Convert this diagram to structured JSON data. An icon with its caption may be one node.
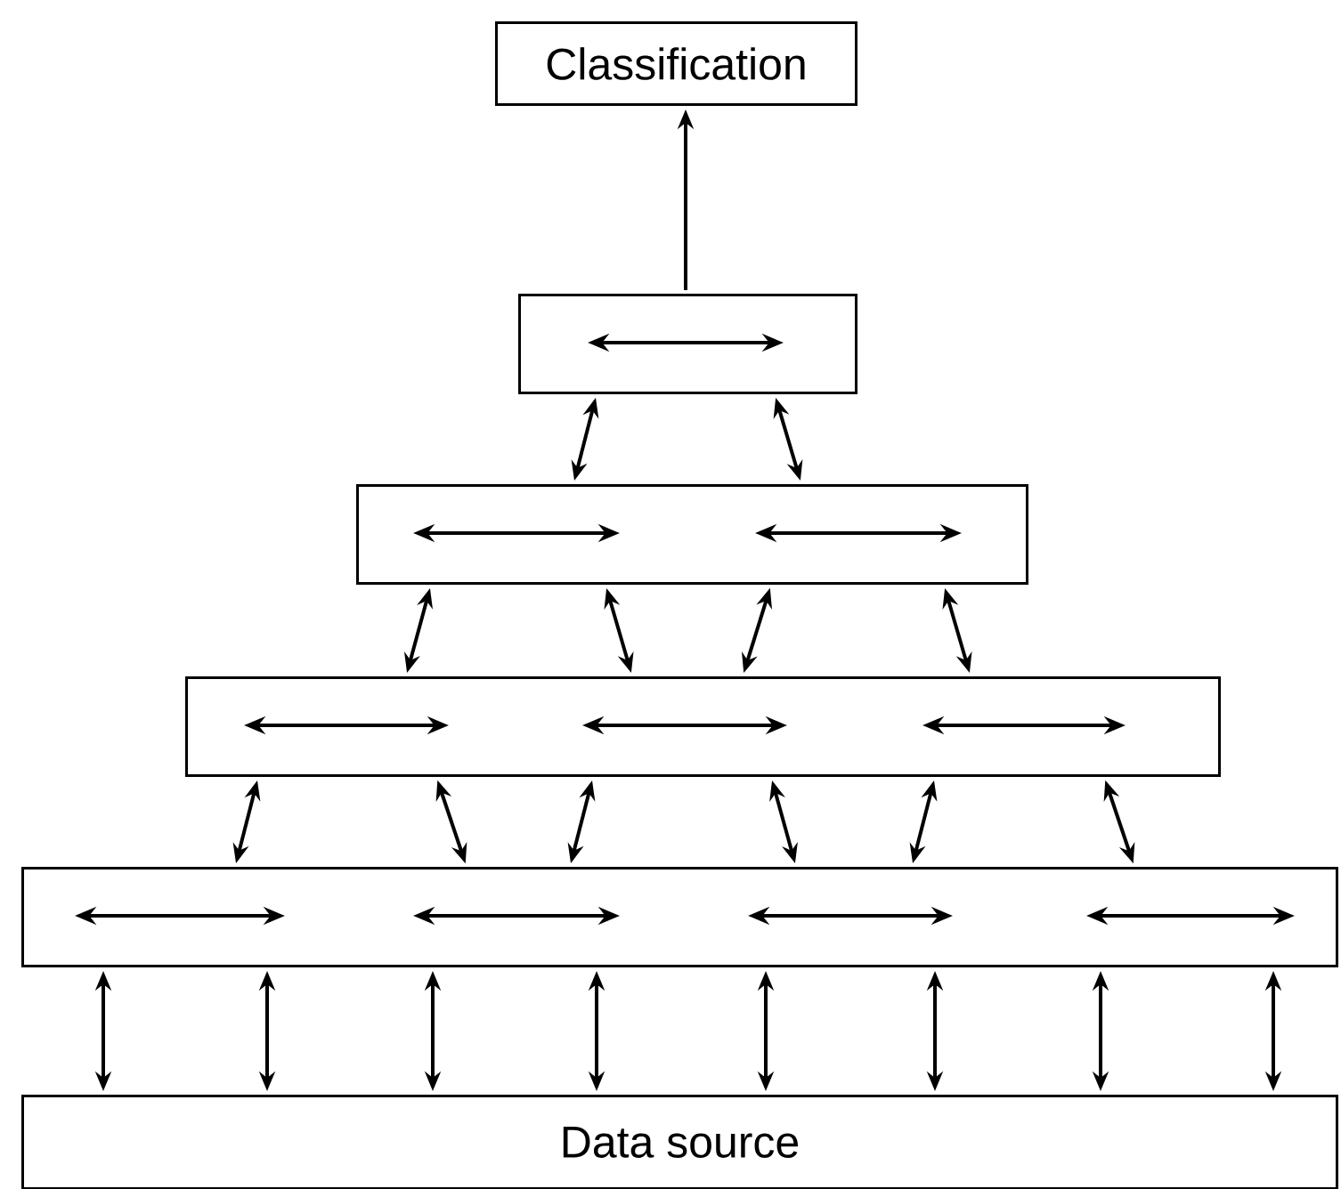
{
  "diagram": {
    "nodes": [
      {
        "text": [
          "Classification"
        ]
      },
      {
        "text": [],
        "shape": "box"
      },
      {
        "text": [],
        "shape": "box"
      },
      {
        "text": [],
        "shape": "box"
      },
      {
        "text": [],
        "shape": "box"
      },
      {
        "text": [
          "Data source"
        ]
      }
    ],
    "edges": [
      {
        "from": 1,
        "to": 0,
        "arrow": "to"
      },
      {
        "from": 1,
        "to": 2,
        "arrow": "both"
      },
      {
        "from": 1,
        "to": 2,
        "arrow": "both"
      },
      {
        "from": 2,
        "to": 3,
        "arrow": "both"
      },
      {
        "from": 2,
        "to": 3,
        "arrow": "both"
      },
      {
        "from": 2,
        "to": 3,
        "arrow": "both"
      },
      {
        "from": 2,
        "to": 3,
        "arrow": "both"
      },
      {
        "from": 3,
        "to": 4,
        "arrow": "both"
      },
      {
        "from": 3,
        "to": 4,
        "arrow": "both"
      },
      {
        "from": 3,
        "to": 4,
        "arrow": "both"
      },
      {
        "from": 3,
        "to": 4,
        "arrow": "both"
      },
      {
        "from": 3,
        "to": 4,
        "arrow": "both"
      },
      {
        "from": 3,
        "to": 4,
        "arrow": "both"
      },
      {
        "from": 4,
        "to": 5,
        "arrow": "both"
      },
      {
        "from": 4,
        "to": 5,
        "arrow": "both"
      },
      {
        "from": 4,
        "to": 5,
        "arrow": "both"
      },
      {
        "from": 4,
        "to": 5,
        "arrow": "both"
      },
      {
        "from": 4,
        "to": 5,
        "arrow": "both"
      },
      {
        "from": 4,
        "to": 5,
        "arrow": "both"
      },
      {
        "from": 4,
        "to": 5,
        "arrow": "both"
      },
      {
        "from": 4,
        "to": 5,
        "arrow": "both"
      }
    ]
  }
}
